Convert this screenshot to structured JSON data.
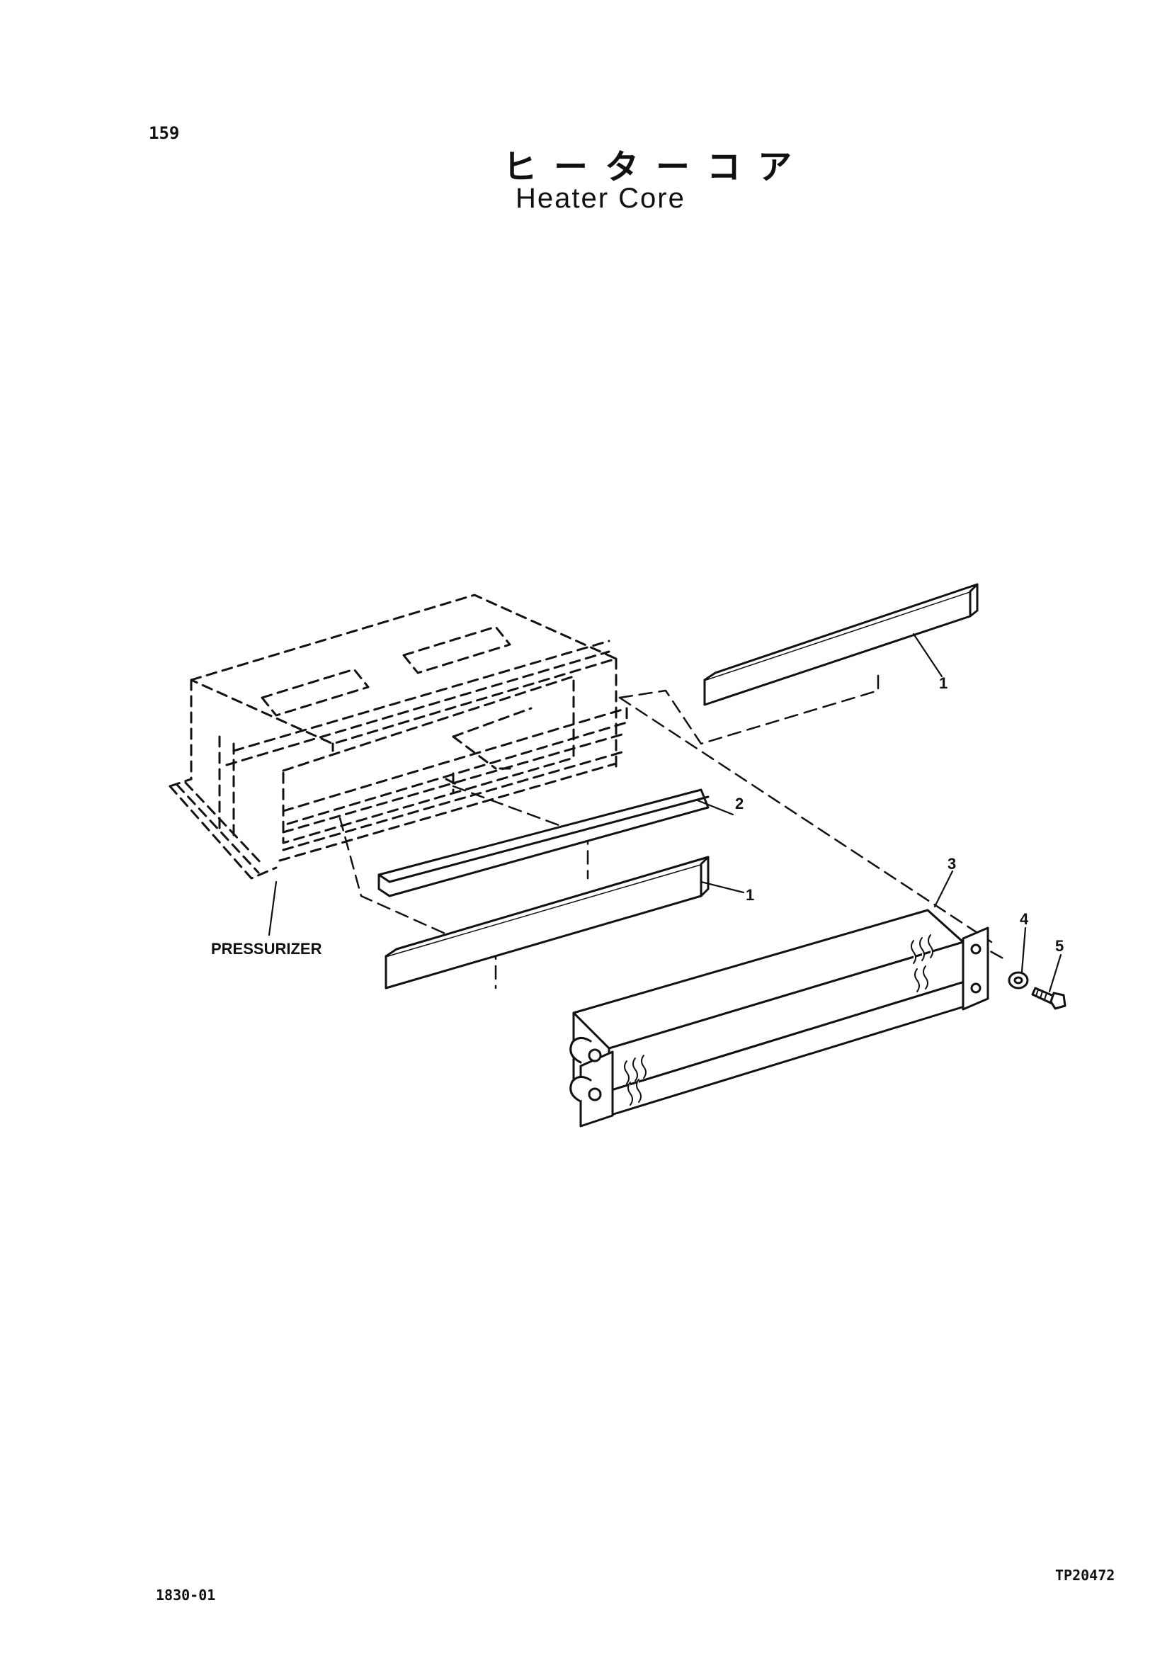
{
  "header": {
    "page_number": "159",
    "title_japanese": "ヒーターコア",
    "title_english": "Heater Core"
  },
  "diagram": {
    "labels": {
      "pressurizer": "PRESSURIZER"
    },
    "callouts": [
      {
        "id": "c1a",
        "text": "1"
      },
      {
        "id": "c2",
        "text": "2"
      },
      {
        "id": "c1b",
        "text": "1"
      },
      {
        "id": "c3",
        "text": "3"
      },
      {
        "id": "c4",
        "text": "4"
      },
      {
        "id": "c5",
        "text": "5"
      }
    ]
  },
  "footer": {
    "document_code": "1830-01",
    "figure_code": "TP20472"
  }
}
